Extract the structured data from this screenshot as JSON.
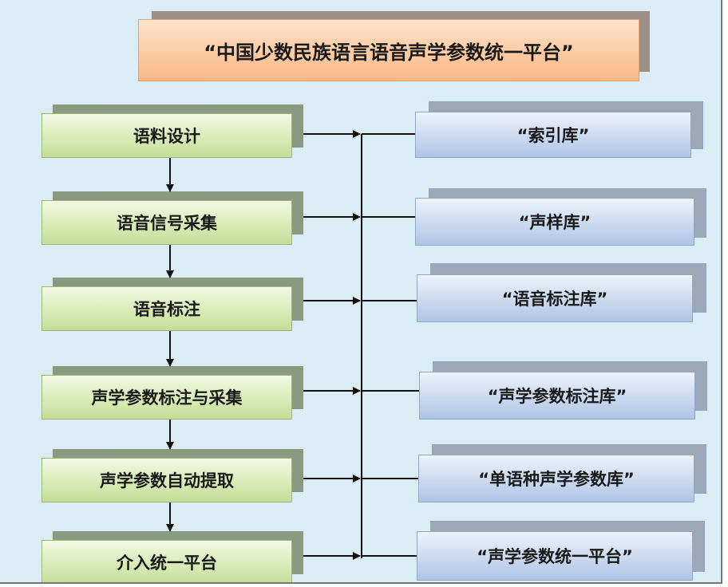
{
  "title": "“中国少数民族语言语音声学参数统一平台”",
  "steps": [
    "语料设计",
    "语音信号采集",
    "语音标注",
    "声学参数标注与采集",
    "声学参数自动提取",
    "介入统一平台"
  ],
  "outputs": [
    "“索引库”",
    "“声样库”",
    "“语音标注库”",
    "“声学参数标注库”",
    "“单语种声学参数库”",
    "“声学参数统一平台”"
  ]
}
